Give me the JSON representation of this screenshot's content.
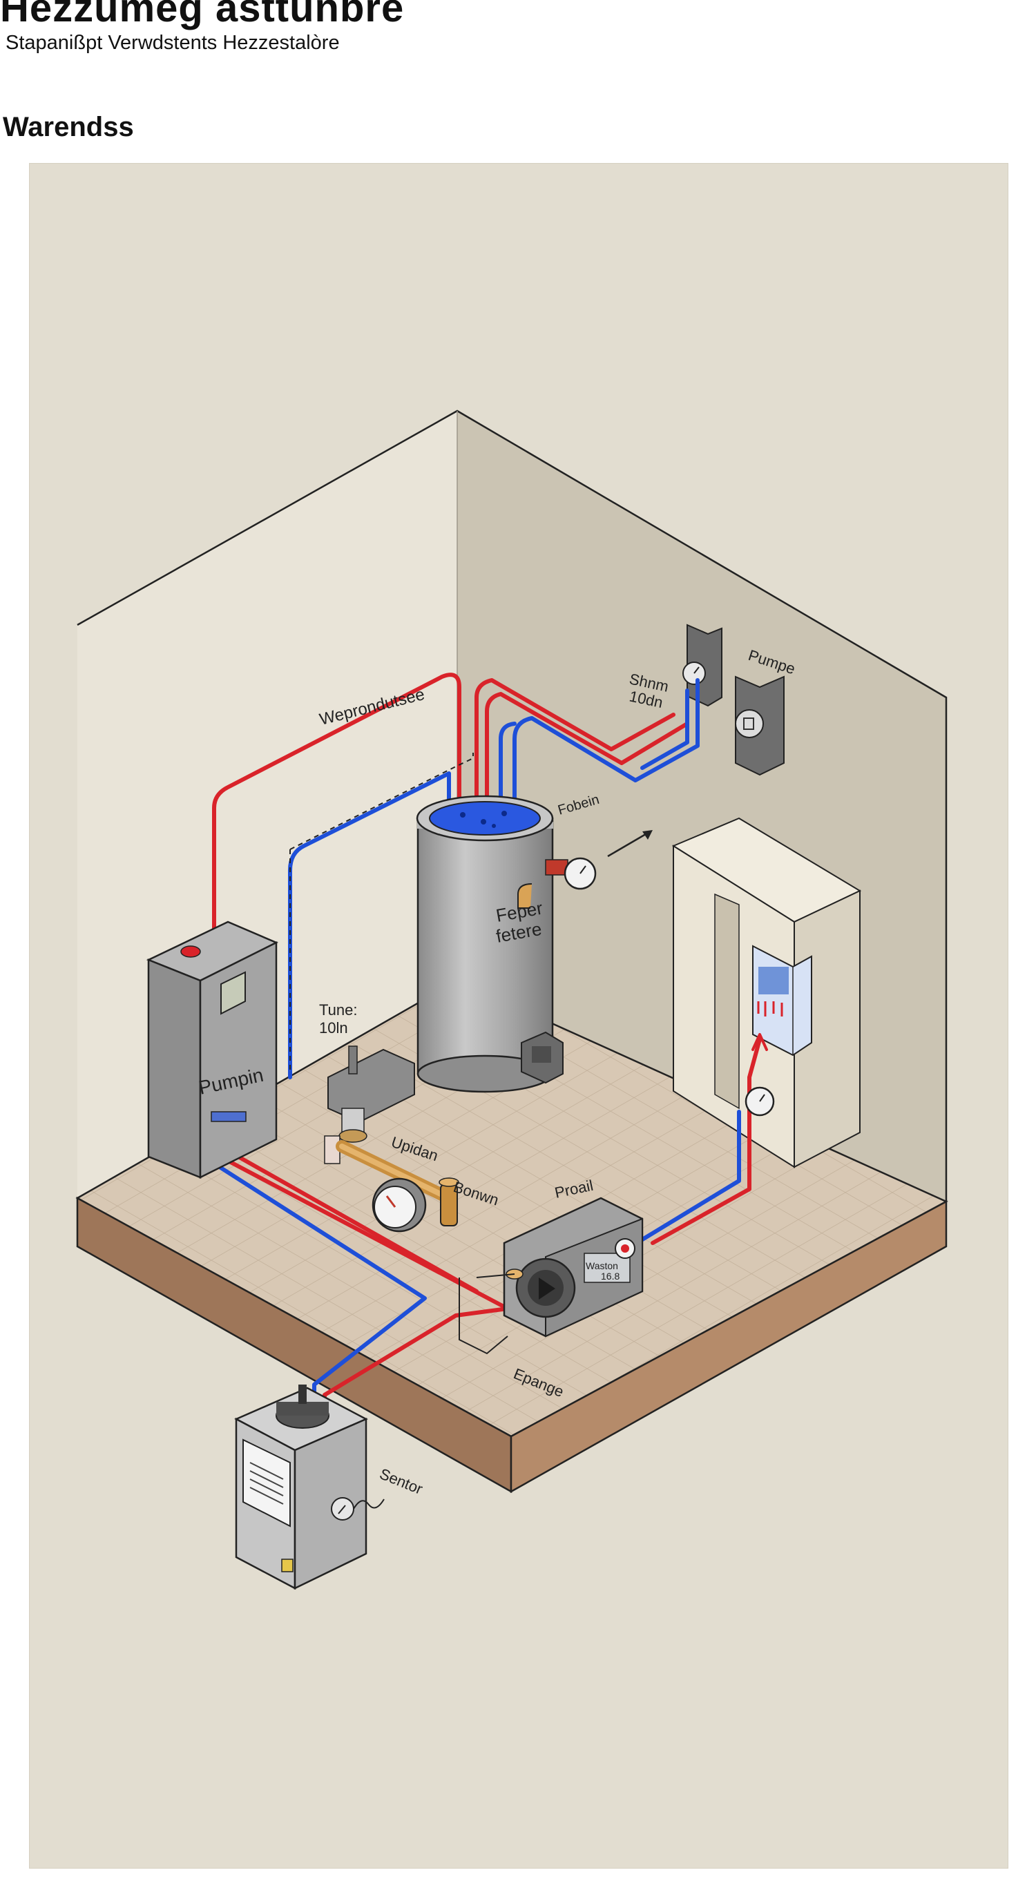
{
  "header": {
    "title": "Hezzumeg asttunbre",
    "subtitle": "Stapanißpt Verwdstents Hezzestalòre"
  },
  "section": {
    "title": "Warendss"
  },
  "labels": {
    "main_pipe": "Weprondutsee",
    "tank": [
      "Feper",
      "fetere"
    ],
    "pump_left": "Pumpin",
    "tune": [
      "Tune:",
      "10ln"
    ],
    "shnm": [
      "Shnm",
      "10dn"
    ],
    "pumpe_right": "Pumpe",
    "boiler_valve": "Fobein",
    "upidan": "Upidan",
    "bonwn": "Bonwn",
    "proail": "Proail",
    "motor_plate": [
      "Waston",
      "16.8"
    ],
    "epange": "Epange",
    "sentor": "Sentor"
  },
  "colors": {
    "hot_pipe": "#d9232a",
    "cold_pipe": "#1e4fd8",
    "wall_left": "#e8e3d7",
    "wall_right": "#cdc6b5",
    "floor": "#d6c6b2",
    "floor_edge": "#a27b5c"
  }
}
